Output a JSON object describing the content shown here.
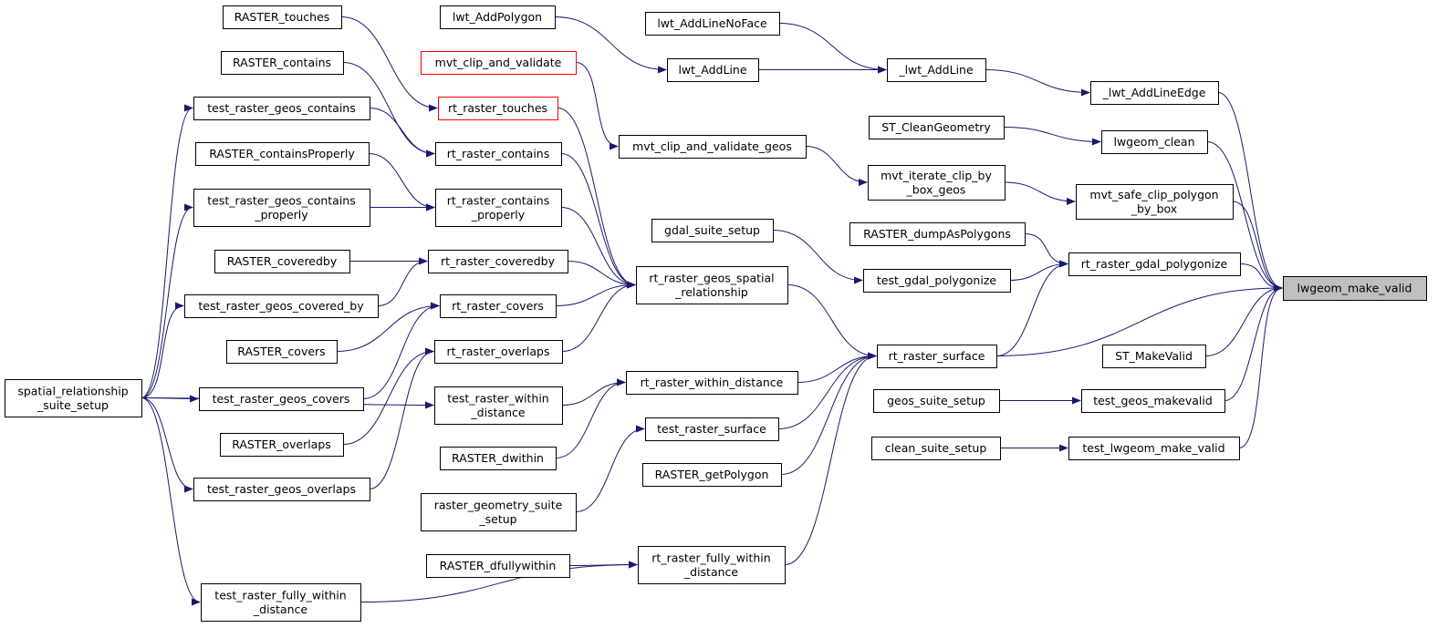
{
  "colors": {
    "edge": "#191970",
    "node_border": "#000000",
    "truncated_border": "#ff0000",
    "root_fill": "#bfbfbf",
    "background": "#ffffff"
  },
  "nodes": {
    "lwgeom_make_valid": {
      "lines": [
        "lwgeom_make_valid"
      ]
    },
    "_lwt_AddLineEdge": {
      "lines": [
        "_lwt_AddLineEdge"
      ]
    },
    "_lwt_AddLine": {
      "lines": [
        "_lwt_AddLine"
      ]
    },
    "lwt_AddLineNoFace": {
      "lines": [
        "lwt_AddLineNoFace"
      ]
    },
    "lwt_AddLine": {
      "lines": [
        "lwt_AddLine"
      ]
    },
    "lwt_AddPolygon": {
      "lines": [
        "lwt_AddPolygon"
      ]
    },
    "lwgeom_clean": {
      "lines": [
        "lwgeom_clean"
      ]
    },
    "ST_CleanGeometry": {
      "lines": [
        "ST_CleanGeometry"
      ]
    },
    "mvt_safe_clip_polygon_by_box": {
      "lines": [
        "mvt_safe_clip_polygon",
        "_by_box"
      ]
    },
    "mvt_iterate_clip_by_box_geos": {
      "lines": [
        "mvt_iterate_clip_by",
        "_box_geos"
      ]
    },
    "mvt_clip_and_validate_geos": {
      "lines": [
        "mvt_clip_and_validate_geos"
      ]
    },
    "mvt_clip_and_validate": {
      "lines": [
        "mvt_clip_and_validate"
      ]
    },
    "rt_raster_gdal_polygonize": {
      "lines": [
        "rt_raster_gdal_polygonize"
      ]
    },
    "RASTER_dumpAsPolygons": {
      "lines": [
        "RASTER_dumpAsPolygons"
      ]
    },
    "test_gdal_polygonize": {
      "lines": [
        "test_gdal_polygonize"
      ]
    },
    "gdal_suite_setup": {
      "lines": [
        "gdal_suite_setup"
      ]
    },
    "rt_raster_surface": {
      "lines": [
        "rt_raster_surface"
      ]
    },
    "rt_raster_geos_spatial_relationship": {
      "lines": [
        "rt_raster_geos_spatial",
        "_relationship"
      ]
    },
    "rt_raster_touches": {
      "lines": [
        "rt_raster_touches"
      ]
    },
    "RASTER_touches": {
      "lines": [
        "RASTER_touches"
      ]
    },
    "rt_raster_contains": {
      "lines": [
        "rt_raster_contains"
      ]
    },
    "RASTER_contains": {
      "lines": [
        "RASTER_contains"
      ]
    },
    "test_raster_geos_contains": {
      "lines": [
        "test_raster_geos_contains"
      ]
    },
    "rt_raster_contains_properly": {
      "lines": [
        "rt_raster_contains",
        "_properly"
      ]
    },
    "RASTER_containsProperly": {
      "lines": [
        "RASTER_containsProperly"
      ]
    },
    "test_raster_geos_contains_properly": {
      "lines": [
        "test_raster_geos_contains",
        "_properly"
      ]
    },
    "rt_raster_coveredby": {
      "lines": [
        "rt_raster_coveredby"
      ]
    },
    "RASTER_coveredby": {
      "lines": [
        "RASTER_coveredby"
      ]
    },
    "test_raster_geos_covered_by": {
      "lines": [
        "test_raster_geos_covered_by"
      ]
    },
    "rt_raster_covers": {
      "lines": [
        "rt_raster_covers"
      ]
    },
    "RASTER_covers": {
      "lines": [
        "RASTER_covers"
      ]
    },
    "test_raster_geos_covers": {
      "lines": [
        "test_raster_geos_covers"
      ]
    },
    "rt_raster_overlaps": {
      "lines": [
        "rt_raster_overlaps"
      ]
    },
    "RASTER_overlaps": {
      "lines": [
        "RASTER_overlaps"
      ]
    },
    "test_raster_geos_overlaps": {
      "lines": [
        "test_raster_geos_overlaps"
      ]
    },
    "spatial_relationship_suite_setup": {
      "lines": [
        "spatial_relationship",
        "_suite_setup"
      ]
    },
    "rt_raster_within_distance": {
      "lines": [
        "rt_raster_within_distance"
      ]
    },
    "test_raster_within_distance": {
      "lines": [
        "test_raster_within",
        "_distance"
      ]
    },
    "RASTER_dwithin": {
      "lines": [
        "RASTER_dwithin"
      ]
    },
    "test_raster_surface": {
      "lines": [
        "test_raster_surface"
      ]
    },
    "raster_geometry_suite_setup": {
      "lines": [
        "raster_geometry_suite",
        "_setup"
      ]
    },
    "RASTER_getPolygon": {
      "lines": [
        "RASTER_getPolygon"
      ]
    },
    "rt_raster_fully_within_distance": {
      "lines": [
        "rt_raster_fully_within",
        "_distance"
      ]
    },
    "RASTER_dfullywithin": {
      "lines": [
        "RASTER_dfullywithin"
      ]
    },
    "test_raster_fully_within_distance": {
      "lines": [
        "test_raster_fully_within",
        "_distance"
      ]
    },
    "ST_MakeValid": {
      "lines": [
        "ST_MakeValid"
      ]
    },
    "test_geos_makevalid": {
      "lines": [
        "test_geos_makevalid"
      ]
    },
    "geos_suite_setup": {
      "lines": [
        "geos_suite_setup"
      ]
    },
    "test_lwgeom_make_valid": {
      "lines": [
        "test_lwgeom_make_valid"
      ]
    },
    "clean_suite_setup": {
      "lines": [
        "clean_suite_setup"
      ]
    }
  }
}
